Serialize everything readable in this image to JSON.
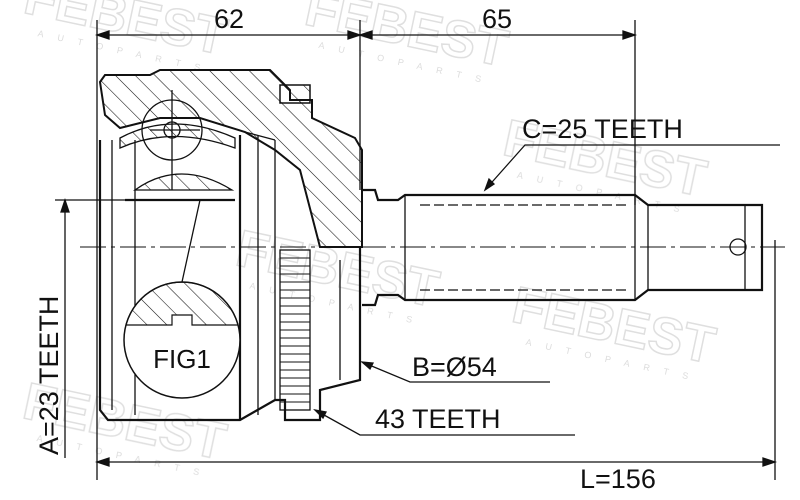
{
  "watermark": {
    "brand": "FEBEST",
    "sub": "AUTO PARTS"
  },
  "dimensions": {
    "bell_length": "62",
    "shaft_length": "65",
    "total_length": "L=156"
  },
  "callouts": {
    "outer_spline": "C=25 TEETH",
    "seal_diameter": "B=Ø54",
    "abs_ring": "43 TEETH",
    "inner_spline": "A=23 TEETH",
    "detail": "FIG1"
  },
  "colors": {
    "line": "#111111",
    "watermark": "#dcdcdc"
  }
}
